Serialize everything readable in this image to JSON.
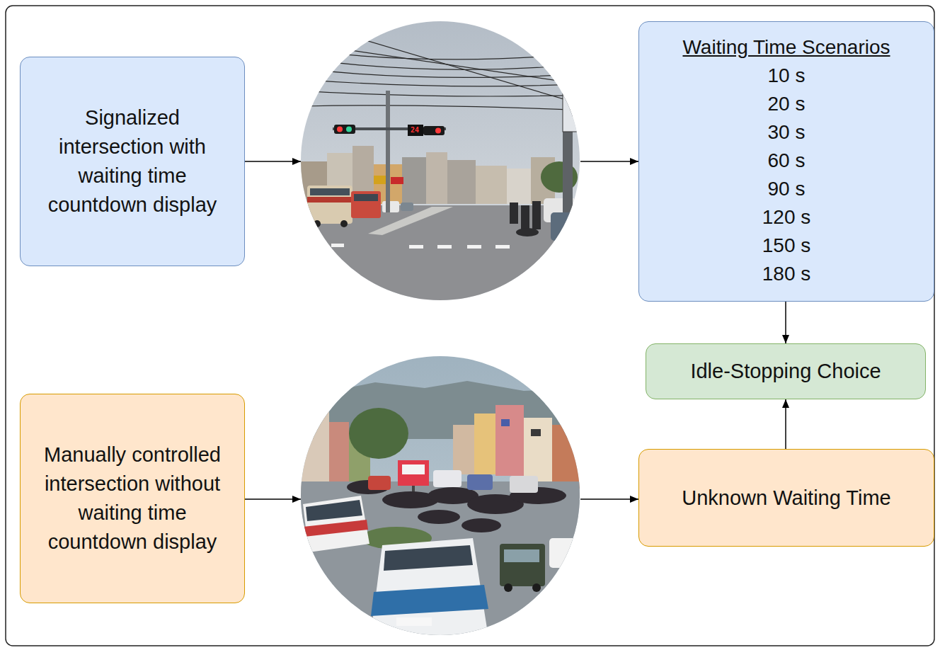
{
  "diagram": {
    "nodes": [
      {
        "text": [
          "Signalized intersection with waiting time countdown display"
        ]
      },
      {
        "text": [
          "Waiting Time Scenarios",
          "10 s",
          "20 s",
          "30 s",
          "60 s",
          "90 s",
          "120 s",
          "150 s",
          "180 s"
        ]
      },
      {
        "text": [
          "Idle-Stopping Choice"
        ]
      },
      {
        "text": [
          "Manually controlled intersection without waiting time countdown display"
        ]
      },
      {
        "text": [
          "Unknown Waiting Time"
        ]
      }
    ],
    "edges": [
      {
        "from": 1,
        "to": 2,
        "arrow": "to"
      },
      {
        "from": 4,
        "to": 2,
        "arrow": "to"
      }
    ],
    "labels": [
      "24"
    ]
  }
}
